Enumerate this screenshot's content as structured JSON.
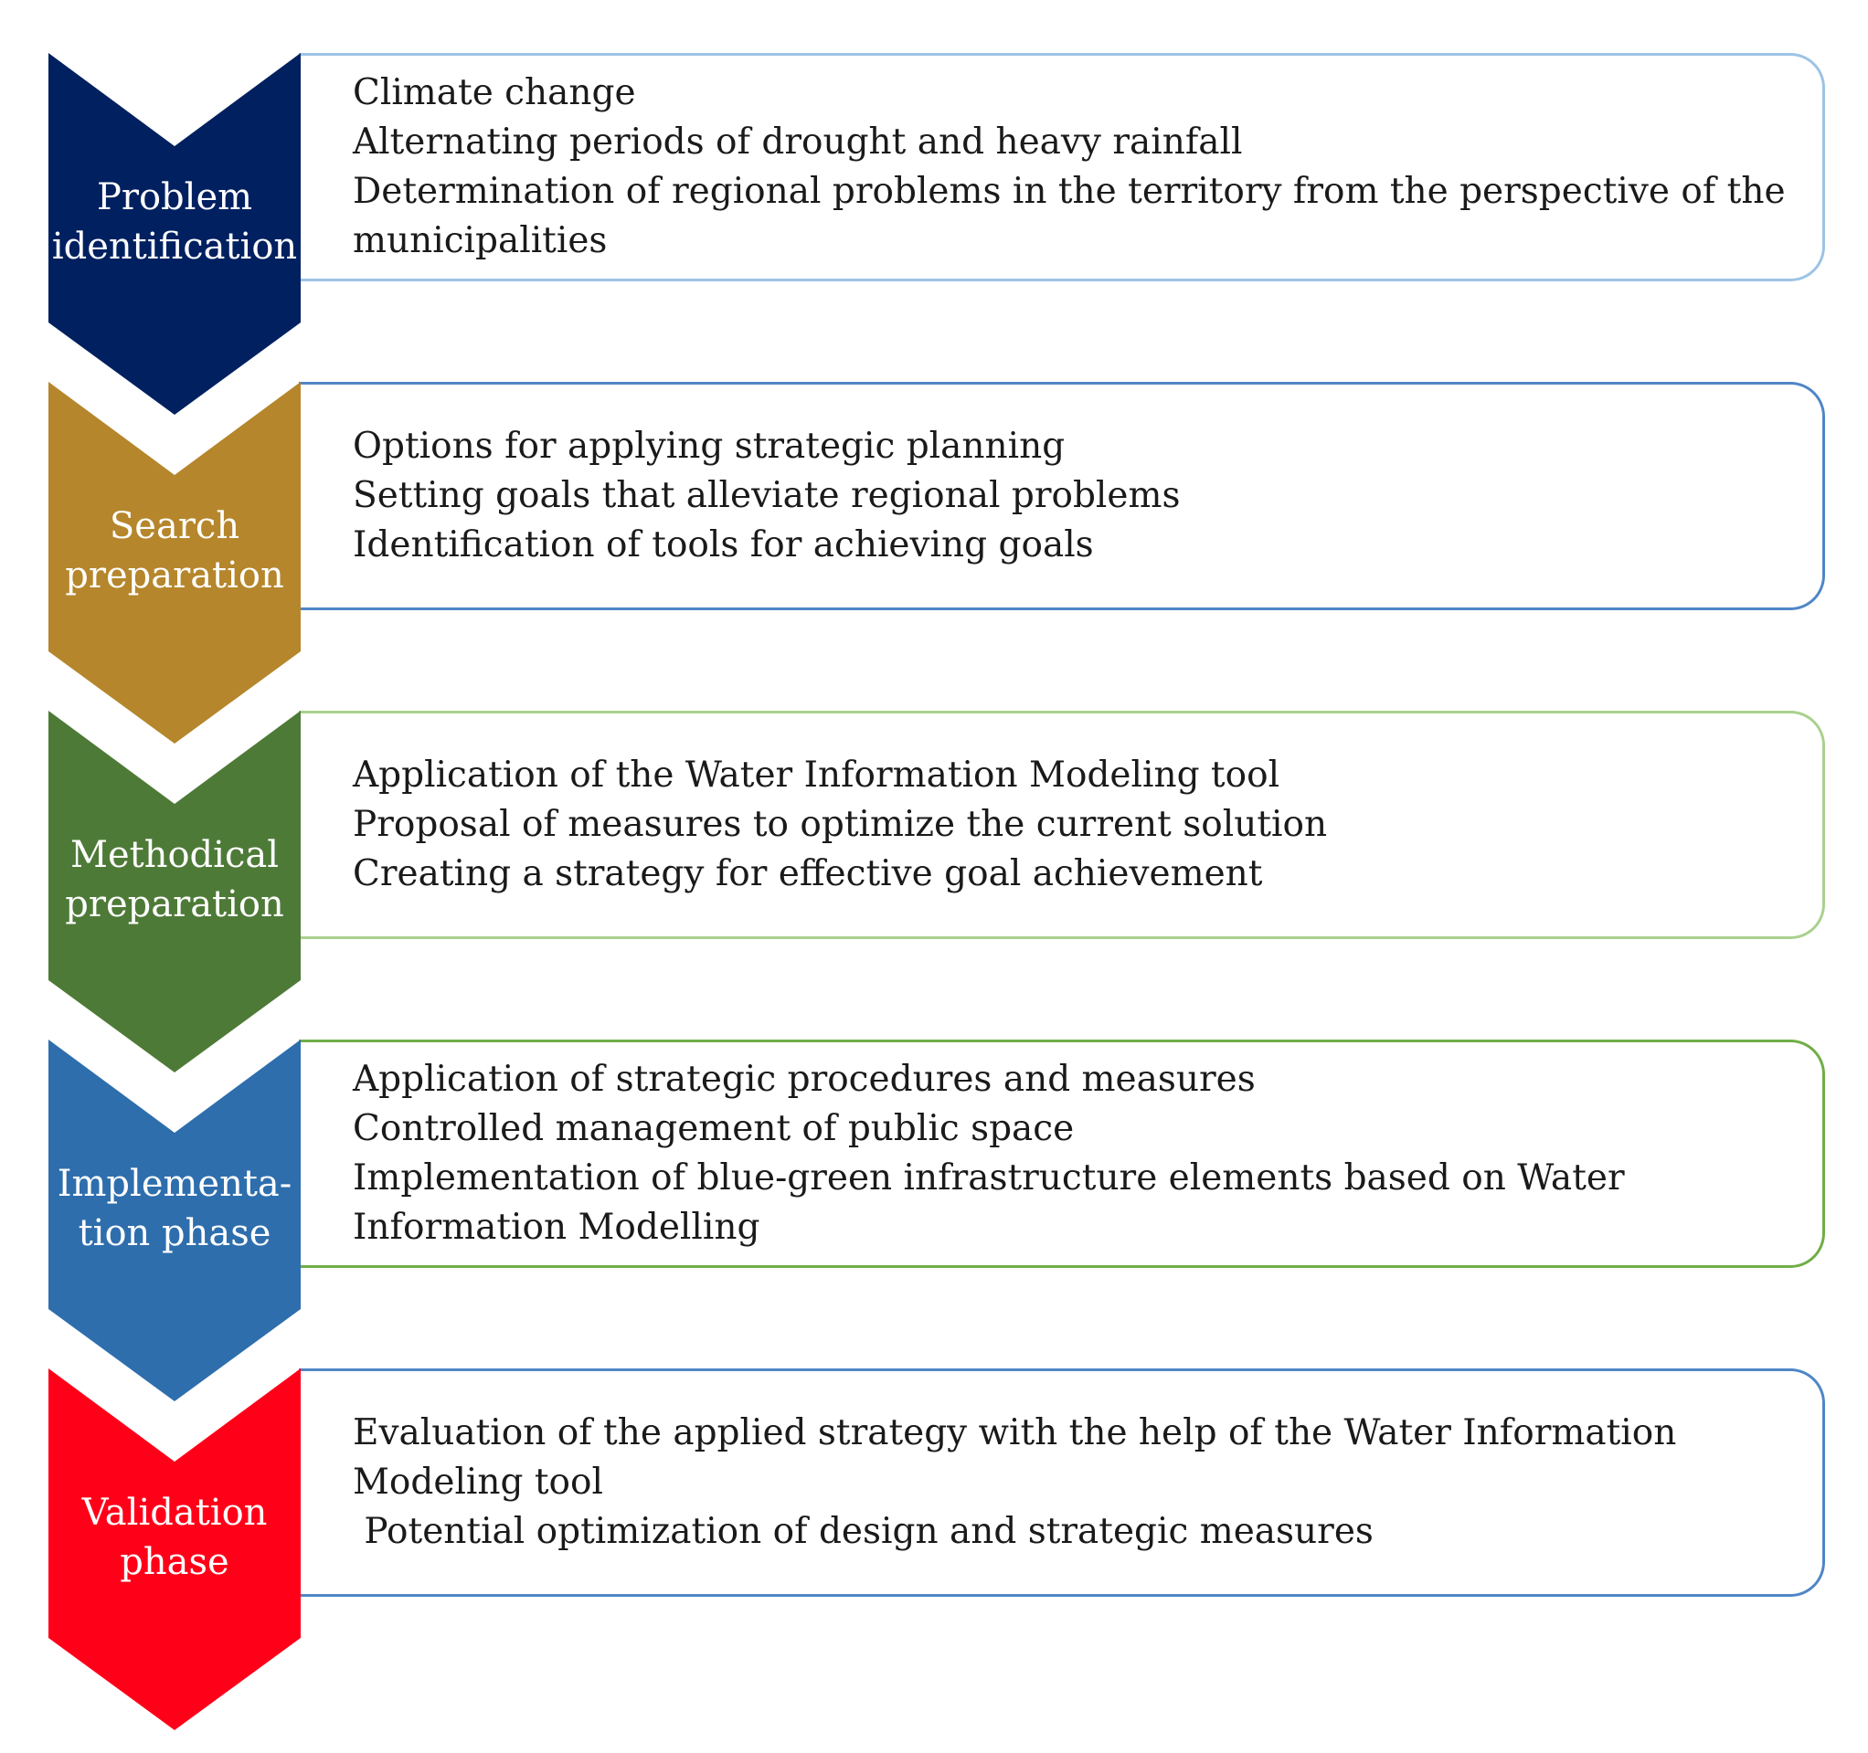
{
  "steps": [
    {
      "title_lines": [
        "Problem",
        "identification"
      ],
      "color": "#002060",
      "border_color": "#9dc3e6",
      "items": [
        "Climate change",
        "Alternating periods of drought and heavy rainfall",
        "Determination of regional problems in the territory from the perspective of the",
        "municipalities"
      ]
    },
    {
      "title_lines": [
        "Search",
        "preparation"
      ],
      "color": "#b5862b",
      "border_color": "#4f86c6",
      "items": [
        "Options for applying strategic planning",
        "Setting goals that alleviate regional problems",
        "Identification of tools for achieving goals"
      ]
    },
    {
      "title_lines": [
        "Methodical",
        "preparation"
      ],
      "color": "#4e7a37",
      "border_color": "#a9d18e",
      "items": [
        "Application of the Water Information Modeling tool",
        "Proposal of measures to optimize the current solution",
        "Creating a strategy for effective goal achievement"
      ]
    },
    {
      "title_lines": [
        "Implementa-",
        "tion phase"
      ],
      "color": "#2e6ead",
      "border_color": "#70ad47",
      "items": [
        "Application of strategic procedures and measures",
        "Controlled management of public space",
        "Implementation of blue-green infrastructure elements based on Water",
        "Information Modelling"
      ]
    },
    {
      "title_lines": [
        "Validation",
        "phase"
      ],
      "color": "#ff0019",
      "border_color": "#4f86c6",
      "items": [
        "Evaluation of the applied strategy with the help of the Water Information",
        "Modeling tool",
        " Potential optimization of design and strategic measures"
      ]
    }
  ]
}
